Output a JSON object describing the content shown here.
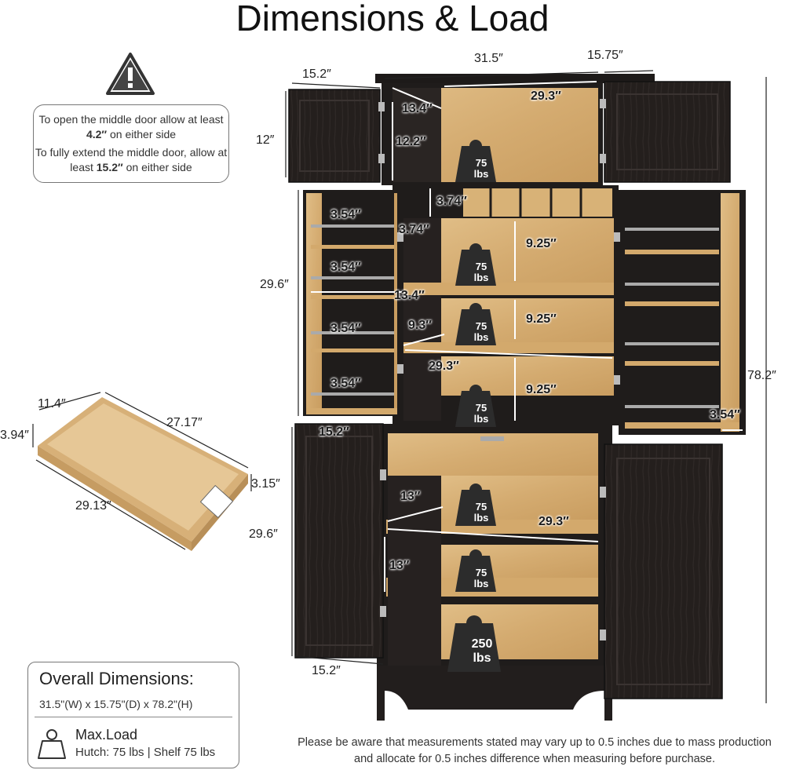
{
  "title": "Dimensions & Load",
  "warning": {
    "icon": "warning-triangle-icon",
    "line1_pre": "To open the middle door allow at least ",
    "line1_bold": "4.2″",
    "line1_post": " on either side",
    "line2_pre": "To fully extend the middle door, allow at least ",
    "line2_bold": "15.2″",
    "line2_post": " on either side"
  },
  "dimensions": {
    "top_width": "31.5″",
    "top_depth": "15.75″",
    "top_door_width": "15.2″",
    "hutch_height": "12″",
    "hutch_inner_depth": "13.4″",
    "hutch_inner_width": "29.3″",
    "hutch_inner_height": "12.2″",
    "cubby_height": "3.74″",
    "cubby_depth": "3.74″",
    "door_shelf_1": "3.54″",
    "door_shelf_2": "3.54″",
    "door_shelf_3": "3.54″",
    "door_shelf_4": "3.54″",
    "right_door_shelf": "3.54″",
    "middle_height": "29.6″",
    "middle_depth": "13.4″",
    "middle_shelf_depth": "9.3″",
    "middle_width": "29.3″",
    "shelf_gap_1": "9.25″",
    "shelf_gap_2": "9.25″",
    "shelf_gap_3": "9.25″",
    "total_height": "78.2″",
    "lower_door_width_top": "15.2″",
    "lower_height": "29.6″",
    "lower_shelf_depth": "13″",
    "lower_width": "29.3″",
    "lower_gap": "13″",
    "lower_door_width_bottom": "15.2″"
  },
  "drawer": {
    "width": "11.4″",
    "length": "27.17″",
    "height": "3.94″",
    "inner_height": "3.15″",
    "outer_length": "29.13″"
  },
  "loads": {
    "hutch": [
      "75",
      "lbs"
    ],
    "shelf1": [
      "75",
      "lbs"
    ],
    "shelf2": [
      "75",
      "lbs"
    ],
    "shelf3": [
      "75",
      "lbs"
    ],
    "lower1": [
      "75",
      "lbs"
    ],
    "lower2": [
      "75",
      "lbs"
    ],
    "bottom": [
      "250",
      "lbs"
    ]
  },
  "overall": {
    "title": "Overall Dimensions:",
    "dims": "31.5\"(W) x 15.75\"(D) x 78.2\"(H)",
    "maxload_label": "Max.Load",
    "maxload_icon": "weight-icon",
    "hutch_shelf": "Hutch: 75 lbs | Shelf 75 lbs"
  },
  "disclaimer": "Please be aware that measurements stated may vary up to 0.5 inches due to mass production and allocate for 0.5 inches difference when measuring before purchase.",
  "colors": {
    "cabinet": "#1f1c1b",
    "wood": "#d9b47c",
    "accent_text": "#111111"
  }
}
